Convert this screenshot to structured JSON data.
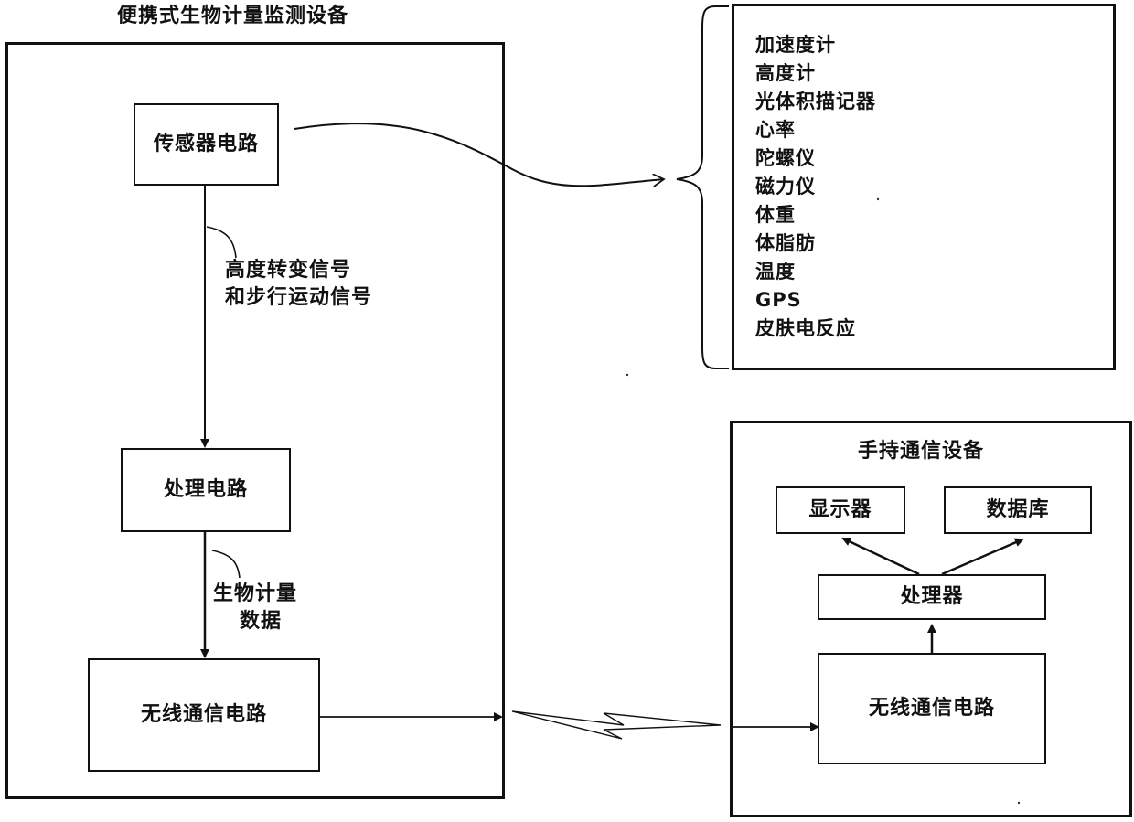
{
  "portable_device": {
    "title": "便携式生物计量监测设备",
    "sensor_circuit": "传感器电路",
    "signal_label_line1": "高度转变信号",
    "signal_label_line2": "和步行运动信号",
    "processing_circuit": "处理电路",
    "data_label_line1": "生物计量",
    "data_label_line2": "数据",
    "wireless_circuit": "无线通信电路"
  },
  "sensor_list": {
    "items": [
      "加速度计",
      "高度计",
      "光体积描记器",
      "心率",
      "陀螺仪",
      "磁力仪",
      "体重",
      "体脂肪",
      "温度",
      "GPS",
      "皮肤电反应"
    ]
  },
  "handheld_device": {
    "title": "手持通信设备",
    "display": "显示器",
    "database": "数据库",
    "processor": "处理器",
    "wireless_circuit": "无线通信电路"
  }
}
